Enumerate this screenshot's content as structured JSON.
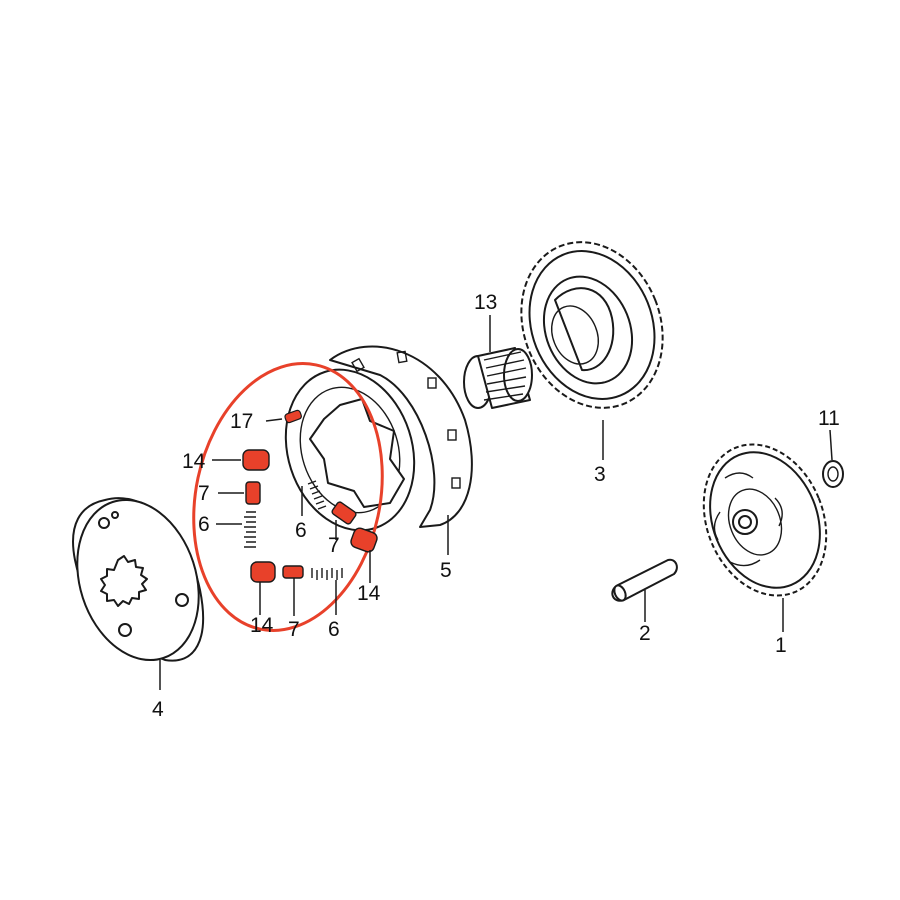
{
  "colors": {
    "highlight": "#e8412a",
    "line": "#1a1a1a",
    "background": "#ffffff"
  },
  "callouts": {
    "p1": "1",
    "p2": "2",
    "p3": "3",
    "p4": "4",
    "p5": "5",
    "p6a": "6",
    "p6b": "6",
    "p6c": "6",
    "p7a": "7",
    "p7b": "7",
    "p7c": "7",
    "p11": "11",
    "p13": "13",
    "p14a": "14",
    "p14b": "14",
    "p14c": "14",
    "p17": "17"
  }
}
